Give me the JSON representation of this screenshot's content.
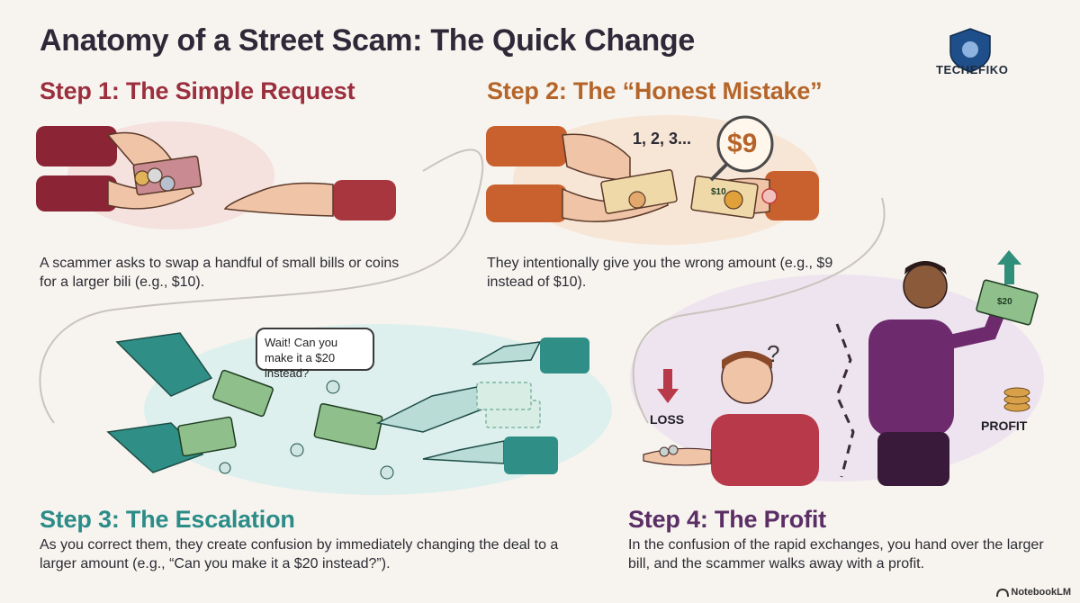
{
  "header": {
    "title": "Anatomy of a Street Scam: The Quick Change",
    "brand": "TECHEFIKO"
  },
  "steps": [
    {
      "title": "Step 1: The Simple Request",
      "description": "A scammer asks to swap a handful of small bills or coins for a larger bili (e.g., $10)."
    },
    {
      "title": "Step 2: The “Honest Mistake”",
      "description": "They intentionally give you the wrong amount (e.g., $9 instead of $10).",
      "counting_text": "1, 2, 3...",
      "amount_text": "$9",
      "bill_label": "$10"
    },
    {
      "title": "Step 3: The Escalation",
      "description": "As you correct them, they create confusion by immediately changing the deal to a larger amount (e.g., “Can you make it a $20 instead?”).",
      "speech_bubble": "Wait! Can you make it a $20 instead?"
    },
    {
      "title": "Step 4: The Profit",
      "description": "In the confusion of the rapid exchanges, you hand over the larger bill, and the scammer walks away with a profit.",
      "loss_label": "LOSS",
      "profit_label": "PROFIT",
      "bill_label": "$20",
      "question_mark": "?"
    }
  ],
  "footer": {
    "text": "NotebookLM"
  },
  "colors": {
    "step1": "#9c2f3e",
    "step2": "#b5652a",
    "step3": "#2b8c88",
    "step4": "#5b2e66",
    "bill_green": "#8fbf8a"
  },
  "icons": [
    "shield-brain-logo-icon",
    "magnifier-icon",
    "arrow-down-icon",
    "arrow-up-icon",
    "coin-stack-icon",
    "notebooklm-icon"
  ]
}
